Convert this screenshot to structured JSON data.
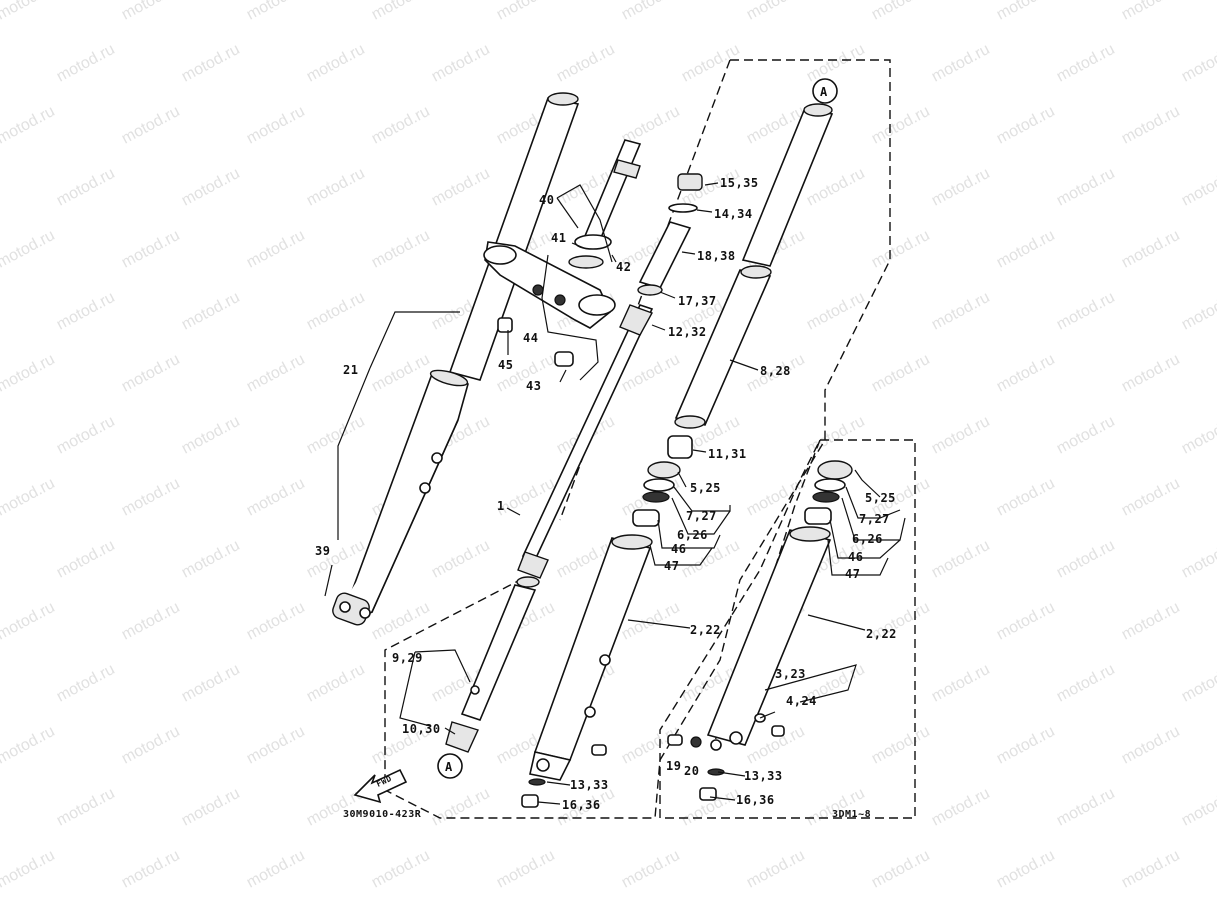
{
  "watermark": {
    "text": "motod.ru",
    "color": "#c9c9c9"
  },
  "labels": {
    "p15_35": "15,35",
    "p14_34": "14,34",
    "p18_38": "18,38",
    "p17_37": "17,37",
    "p12_32": "12,32",
    "p8_28": "8,28",
    "p11_31": "11,31",
    "p5_25_a": "5,25",
    "p7_27_a": "7,27",
    "p6_26_a": "6,26",
    "p46_a": "46",
    "p47_a": "47",
    "p2_22_a": "2,22",
    "p13_33_a": "13,33",
    "p16_36_a": "16,36",
    "p5_25_b": "5,25",
    "p7_27_b": "7,27",
    "p6_26_b": "6,26",
    "p46_b": "46",
    "p47_b": "47",
    "p2_22_b": "2,22",
    "p3_23": "3,23",
    "p4_24": "4,24",
    "p19": "19",
    "p20": "20",
    "p13_33_b": "13,33",
    "p16_36_b": "16,36",
    "p40": "40",
    "p41": "41",
    "p42": "42",
    "p44": "44",
    "p45": "45",
    "p43": "43",
    "p21": "21",
    "p39": "39",
    "p1": "1",
    "p9_29": "9,29",
    "p10_30": "10,30",
    "callout_a_top": "A",
    "callout_a_bottom": "A",
    "fwd": "FWD",
    "drawing_code": "30M9010-423R",
    "model_code": "3DM1~8"
  }
}
